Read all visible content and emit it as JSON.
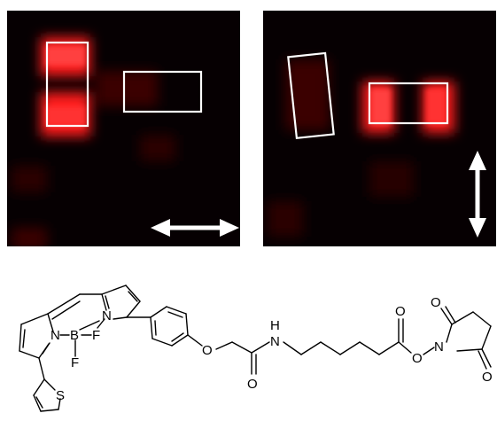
{
  "colors": {
    "background": "#ffffff",
    "panel_background": "#060002",
    "fluorescence": "#ff1a1a",
    "outline": "#ffffff",
    "bond": "#000000"
  },
  "panels": [
    {
      "id": "left",
      "arrow_icon": "horizontal-double-arrow-icon",
      "arrow_direction": "horizontal"
    },
    {
      "id": "right",
      "arrow_icon": "vertical-double-arrow-icon",
      "arrow_direction": "vertical"
    }
  ],
  "molecule": {
    "atoms": {
      "n1": "N",
      "b": "B",
      "f1": "F",
      "f2": "F",
      "n2": "N",
      "s": "S",
      "o_ether": "O",
      "o_amide": "O",
      "nh_h": "H",
      "nh_n": "N",
      "o_ester_carbonyl": "O",
      "o_ester": "O",
      "n_succ": "N",
      "o_succ_top": "O",
      "o_succ_bottom": "O"
    }
  }
}
